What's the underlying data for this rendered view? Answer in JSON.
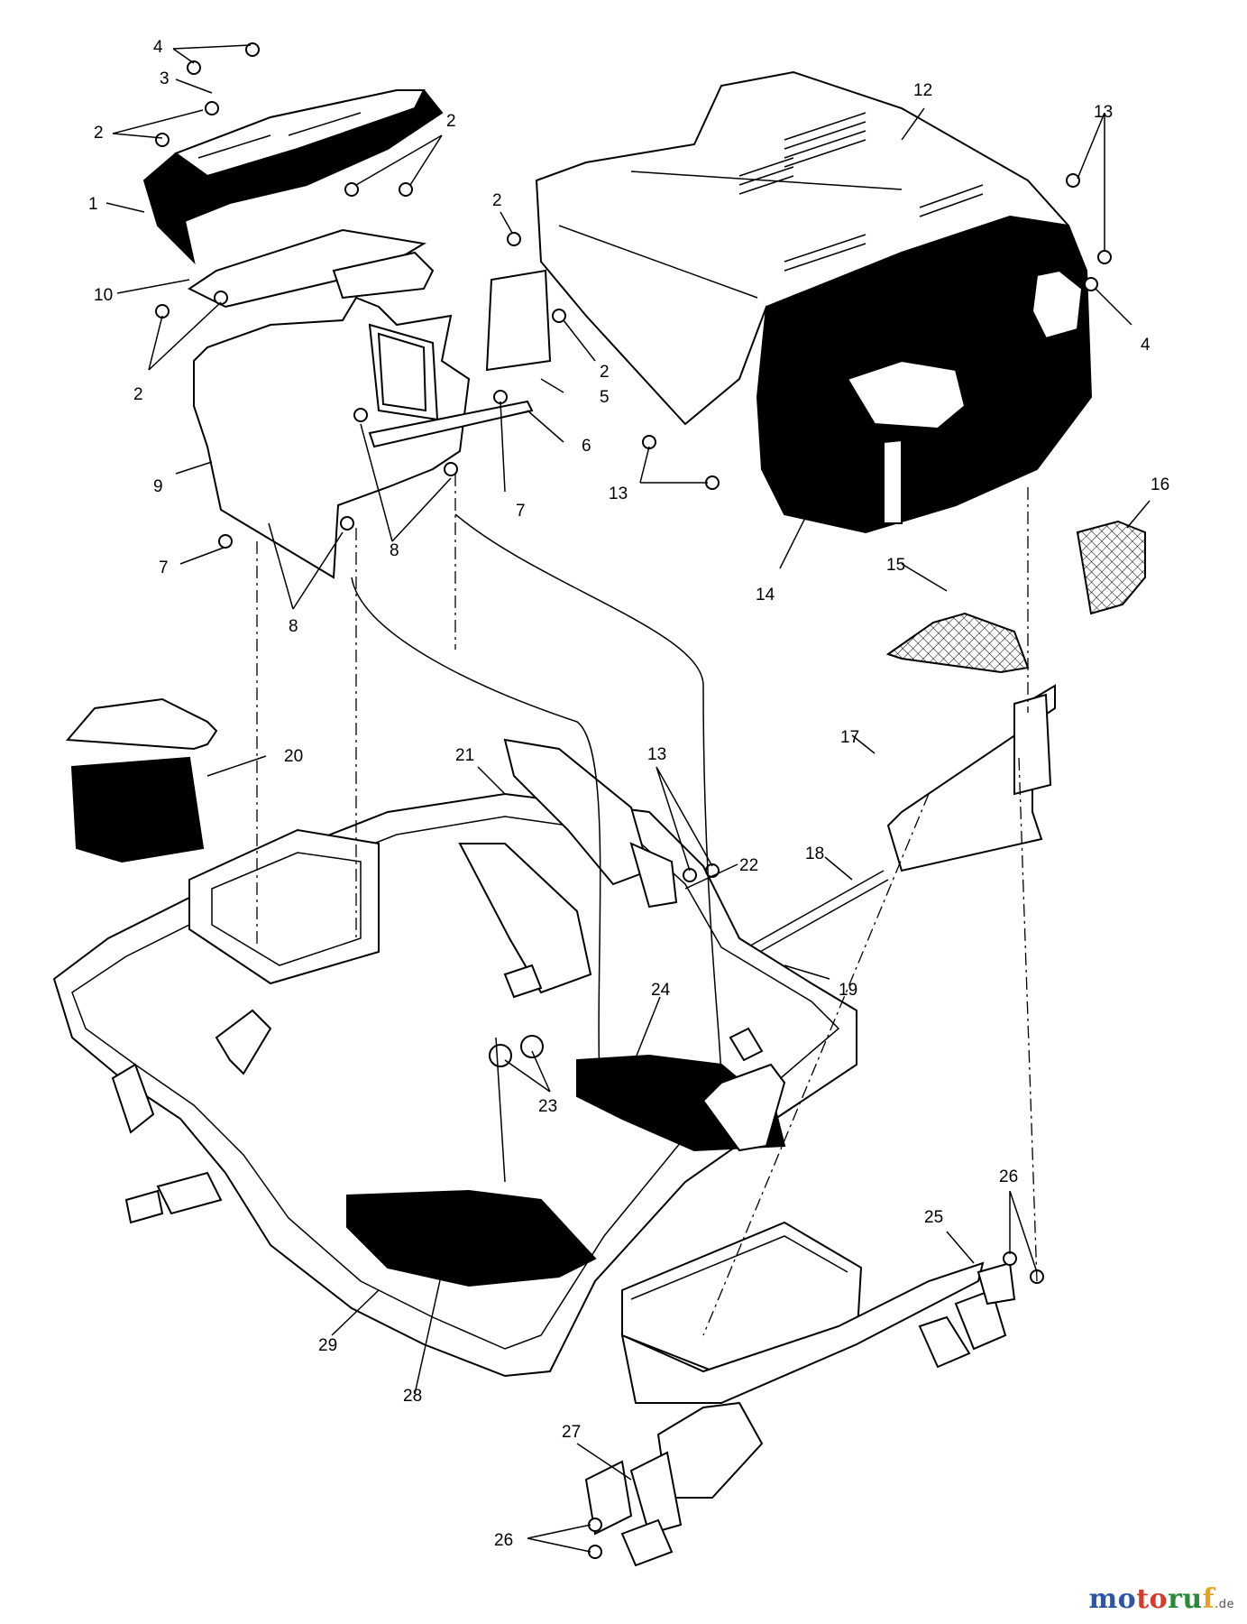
{
  "diagram": {
    "callouts": [
      {
        "id": "c4a",
        "text": "4"
      },
      {
        "id": "c3",
        "text": "3"
      },
      {
        "id": "c2a",
        "text": "2"
      },
      {
        "id": "c2b",
        "text": "2"
      },
      {
        "id": "c1",
        "text": "1"
      },
      {
        "id": "c2c",
        "text": "2"
      },
      {
        "id": "c10",
        "text": "10"
      },
      {
        "id": "c2d",
        "text": "2"
      },
      {
        "id": "c2e",
        "text": "2"
      },
      {
        "id": "c5",
        "text": "5"
      },
      {
        "id": "c6",
        "text": "6"
      },
      {
        "id": "c7a",
        "text": "7"
      },
      {
        "id": "c9",
        "text": "9"
      },
      {
        "id": "c8a",
        "text": "8"
      },
      {
        "id": "c7b",
        "text": "7"
      },
      {
        "id": "c8b",
        "text": "8"
      },
      {
        "id": "c12",
        "text": "12"
      },
      {
        "id": "c13a",
        "text": "13"
      },
      {
        "id": "c4b",
        "text": "4"
      },
      {
        "id": "c13b",
        "text": "13"
      },
      {
        "id": "c14",
        "text": "14"
      },
      {
        "id": "c15",
        "text": "15"
      },
      {
        "id": "c16",
        "text": "16"
      },
      {
        "id": "c20",
        "text": "20"
      },
      {
        "id": "c21",
        "text": "21"
      },
      {
        "id": "c13c",
        "text": "13"
      },
      {
        "id": "c17",
        "text": "17"
      },
      {
        "id": "c18",
        "text": "18"
      },
      {
        "id": "c22",
        "text": "22"
      },
      {
        "id": "c19",
        "text": "19"
      },
      {
        "id": "c24",
        "text": "24"
      },
      {
        "id": "c23",
        "text": "23"
      },
      {
        "id": "c26a",
        "text": "26"
      },
      {
        "id": "c25",
        "text": "25"
      },
      {
        "id": "c29",
        "text": "29"
      },
      {
        "id": "c28",
        "text": "28"
      },
      {
        "id": "c27",
        "text": "27"
      },
      {
        "id": "c26b",
        "text": "26"
      }
    ]
  },
  "watermark": {
    "part1": "mo",
    "part2": "to",
    "part3": "ru",
    "part4": "f",
    "tld": ".de"
  }
}
